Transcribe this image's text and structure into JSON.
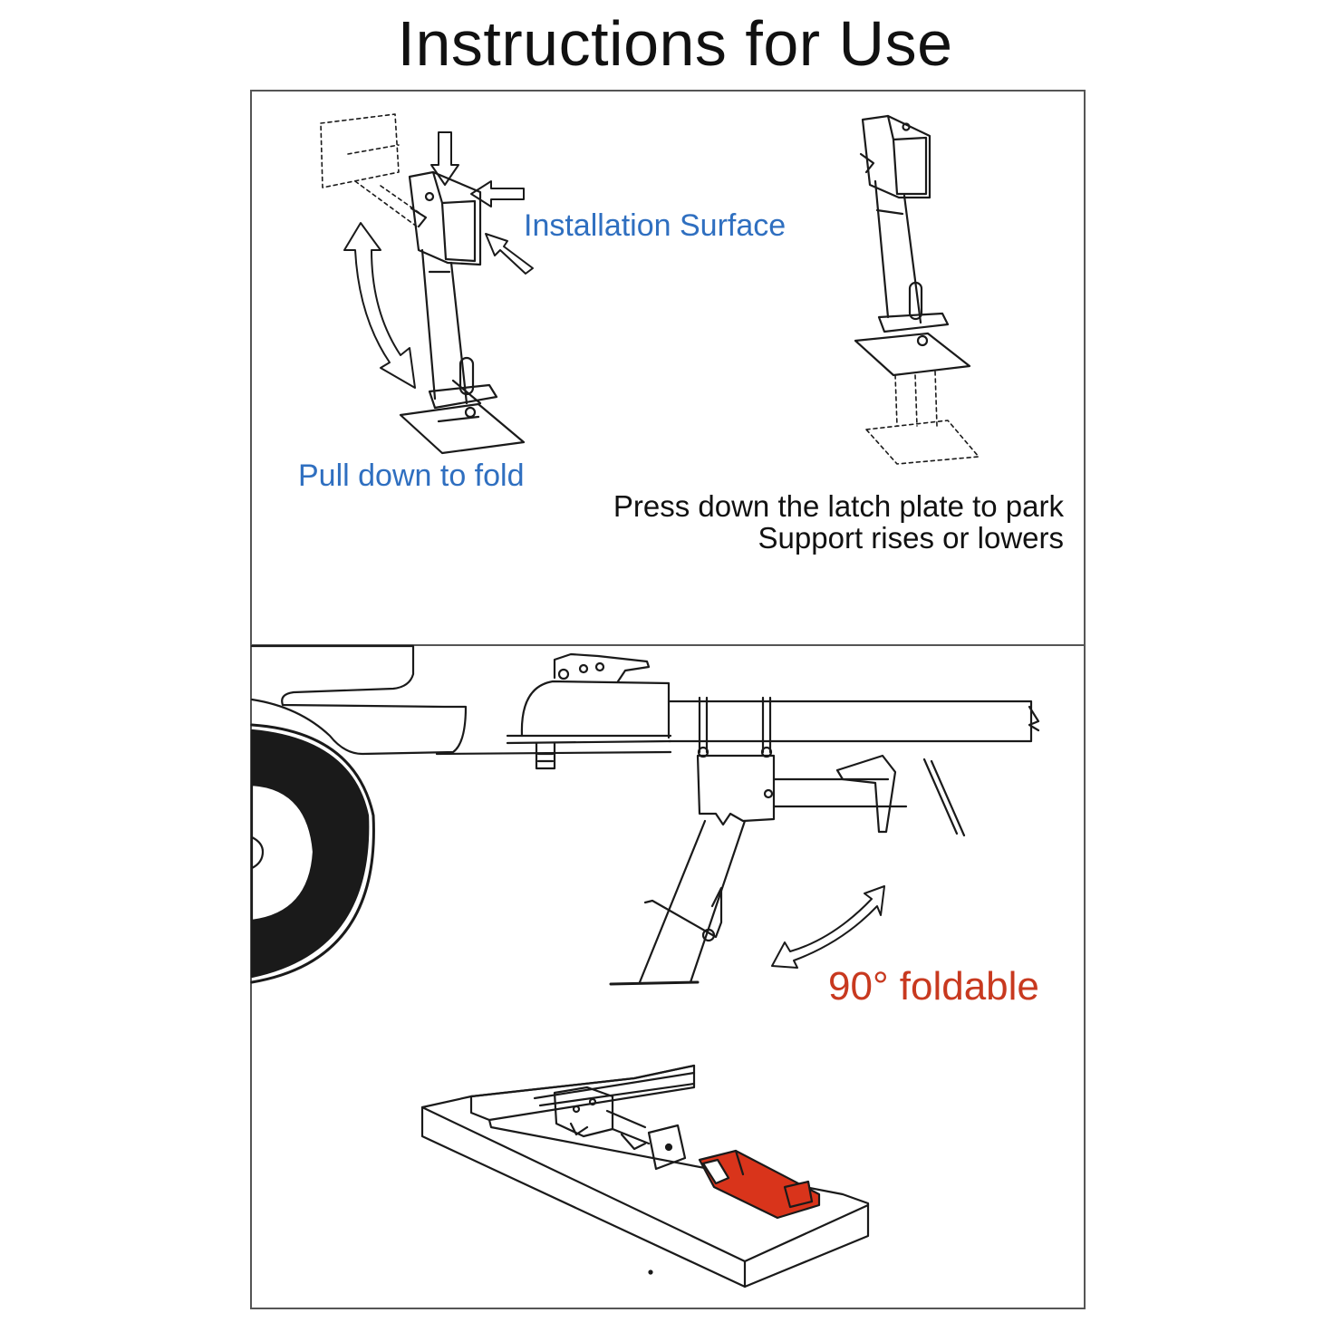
{
  "title": "Instructions for Use",
  "labels": {
    "installation_surface": "Installation Surface",
    "pull_down": "Pull down to fold",
    "press_latch": "Press down the latch plate to park",
    "support_rises": "Support rises or lowers",
    "foldable": "90° foldable"
  },
  "colors": {
    "blue_label": "#2f6fc0",
    "red_label": "#c8391f",
    "stand_red": "#d9341b",
    "line": "#1a1a1a"
  }
}
